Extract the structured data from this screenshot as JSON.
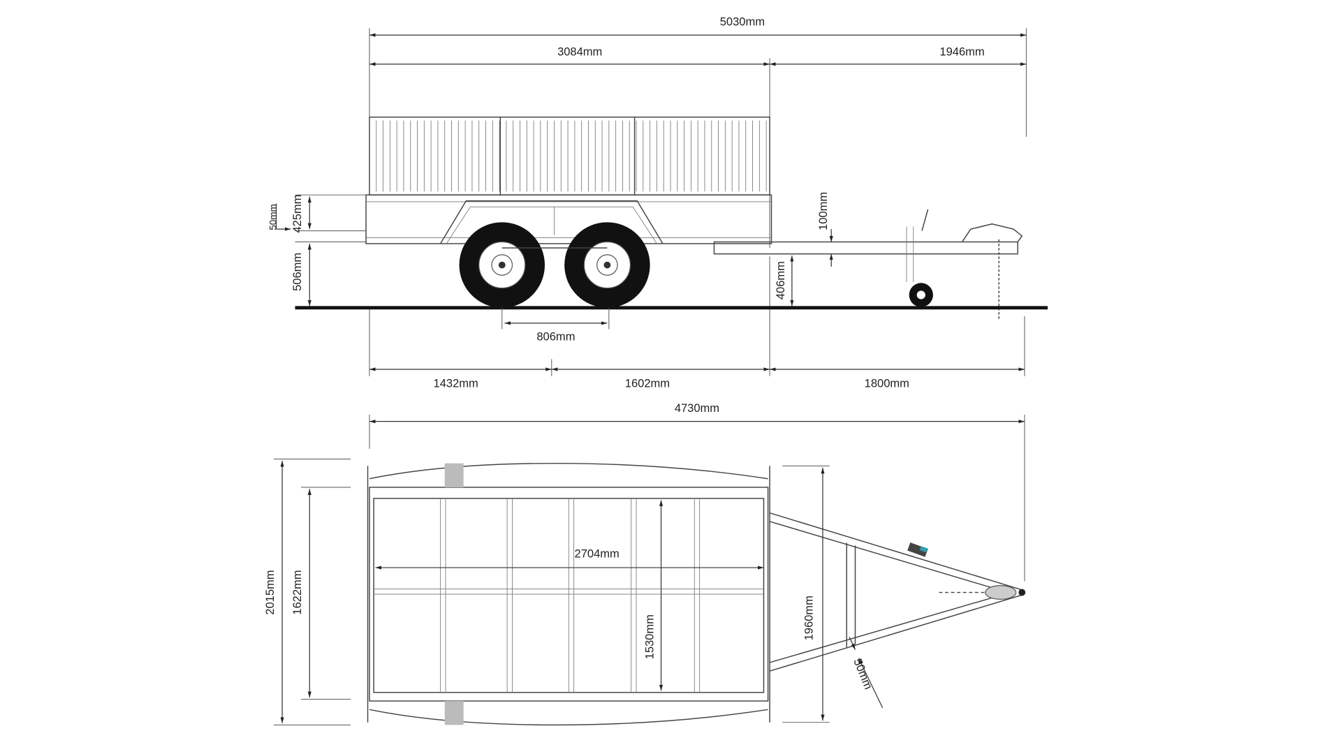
{
  "side_view": {
    "overall_length": "5030mm",
    "body_length": "3084mm",
    "drawbar_length": "1946mm",
    "side_height": "425mm",
    "rail_thickness": "50mm",
    "deck_height": "506mm",
    "drawbar_offset": "100mm",
    "drawbar_height": "406mm",
    "axle_spacing": "806mm",
    "rear_to_axle": "1432mm",
    "axle_to_front": "1602mm",
    "front_to_coupler": "1800mm"
  },
  "top_view": {
    "overall_length": "4730mm",
    "inner_length": "2704mm",
    "overall_width": "2015mm",
    "body_width": "1622mm",
    "inner_width": "1530mm",
    "drawbar_width": "1960mm",
    "tube_size": "50mm"
  },
  "colors": {
    "line": "#333333",
    "ground": "#111111",
    "tire": "#111111",
    "accent": "#2aa0b0"
  }
}
